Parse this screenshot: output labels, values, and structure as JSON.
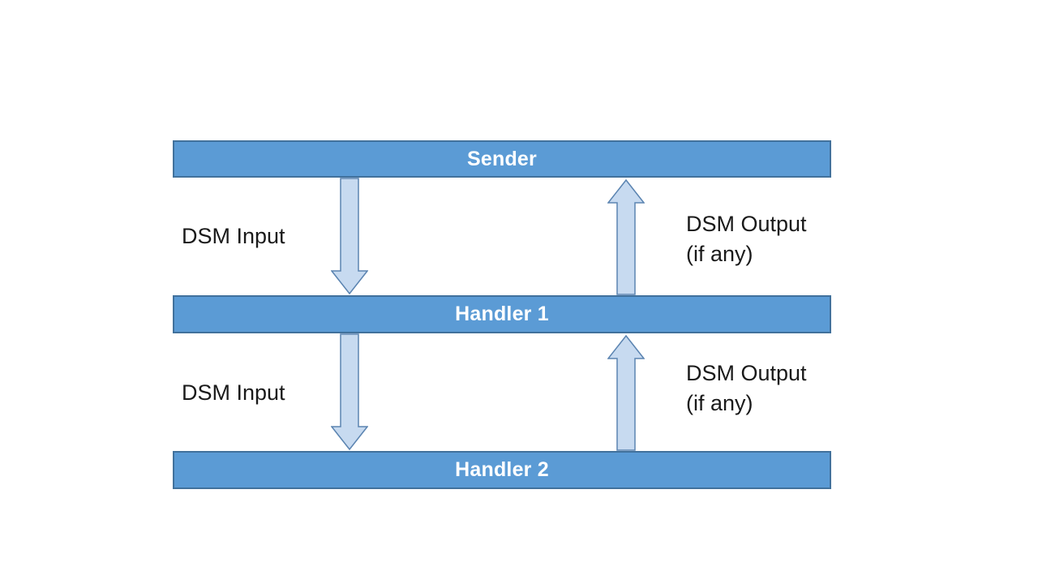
{
  "diagram": {
    "nodes": [
      {
        "label": "Sender"
      },
      {
        "label": "Handler 1"
      },
      {
        "label": "Handler 2"
      }
    ],
    "flows": [
      {
        "direction": "down",
        "label": "DSM Input"
      },
      {
        "direction": "up",
        "label": "DSM Output",
        "label2": "(if any)"
      },
      {
        "direction": "down",
        "label": "DSM Input"
      },
      {
        "direction": "up",
        "label": "DSM Output",
        "label2": "(if any)"
      }
    ],
    "colors": {
      "background": "#FFFFFF",
      "bar_fill": "#5B9BD5",
      "bar_border": "#41719C",
      "bar_text": "#FFFFFF",
      "arrow_fill": "#C7DAF0",
      "arrow_border": "#5B84B1",
      "label_text": "#1A1A1A"
    }
  }
}
